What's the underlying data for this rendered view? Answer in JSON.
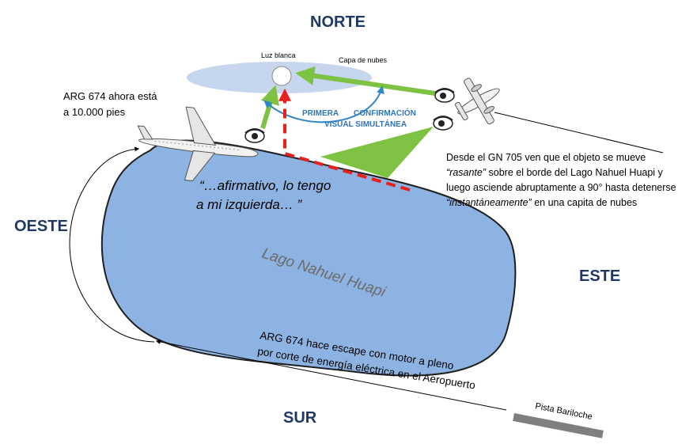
{
  "compass": {
    "north": "NORTE",
    "south": "SUR",
    "east": "ESTE",
    "west": "OESTE"
  },
  "labels": {
    "white_light": "Luz blanca",
    "cloud_layer": "Capa de nubes",
    "lake": "Lago Nahuel Huapi",
    "runway": "Pista Bariloche"
  },
  "confirmation": {
    "line1_left": "PRIMERA",
    "line1_right": "CONFIRMACIÓN",
    "line2": "VISUAL SIMULTÁNEA"
  },
  "arg674_altitude": {
    "line1": "ARG 674  ahora está",
    "line2": "a 10.000 pies"
  },
  "quote": {
    "line1": "“…afirmativo, lo tengo",
    "line2": "a mi izquierda… ”"
  },
  "gn705_note": {
    "line1": "Desde el GN 705 ven que el objeto se mueve",
    "line2_italic": "“rasante”",
    "line2_rest": " sobre el  borde del Lago Nahuel Huapi y",
    "line3": "luego  asciende abruptamente a 90° hasta detenerse",
    "line4_italic": "“instantáneamente”",
    "line4_rest": "  en una capita de nubes"
  },
  "escape_note": {
    "line1": "ARG 674 hace escape con motor a pleno",
    "line2": "por corte de energía eléctrica en el Aeropuerto"
  },
  "colors": {
    "lake_fill": "#8db3e2",
    "lake_stroke": "#1f1f1f",
    "cloud_fill": "#c5d6ee",
    "green_arrow": "#7dc242",
    "red_path": "#e8211d",
    "blue_arrow": "#2e86c8",
    "compass_text": "#1f3864"
  },
  "icons": {
    "airliner": "airliner-icon",
    "small_aircraft": "twin-prop-plane-icon",
    "observer_eye": "eye-icon",
    "white_light": "light-orb-icon"
  }
}
